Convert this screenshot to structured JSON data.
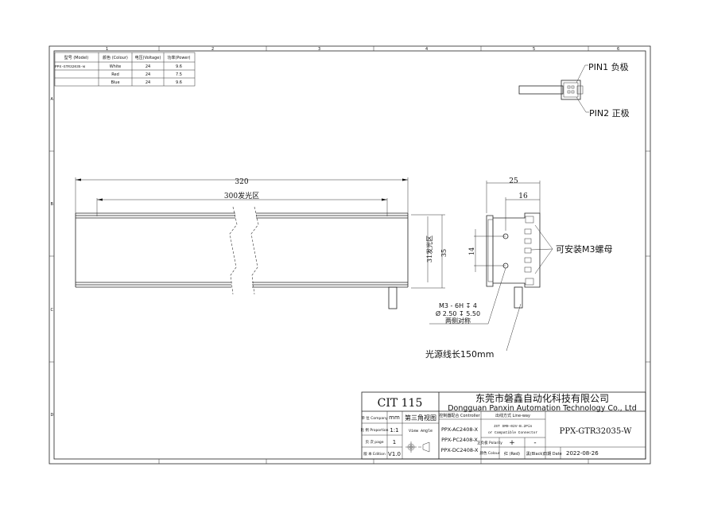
{
  "spec_table": {
    "headers": [
      "型号 (Model)",
      "颜色 (Colour)",
      "电压(Voltage)",
      "功率(Power)"
    ],
    "rows": [
      [
        "PPX-GTR32035-W",
        "White",
        "24",
        "9.6"
      ],
      [
        "",
        "Red",
        "24",
        "7.5"
      ],
      [
        "",
        "Blue",
        "24",
        "9.6"
      ]
    ]
  },
  "zones": {
    "columns": [
      "1",
      "2",
      "3",
      "4",
      "5",
      "6"
    ],
    "rows": [
      "A",
      "B",
      "C",
      "D"
    ]
  },
  "connector": {
    "pin1": "PIN1 负极",
    "pin2": "PIN2 正极"
  },
  "front_view": {
    "overall_length": "320",
    "emitting_length": "300发光区"
  },
  "side_view": {
    "width": "25",
    "offset": "16",
    "height": "35",
    "emitting_height": "31发光区",
    "hole_spacing": "14",
    "nut_note": "可安装M3螺母",
    "hole_note": [
      "M3 - 6H ↧ 4",
      "Ø 2.50 ↧ 5.50",
      "两侧对称"
    ],
    "cable_note": "光源线长150mm"
  },
  "title_block": {
    "drawing_no": "CIT 115",
    "company_cn": "东莞市磐鑫自动化科技有限公司",
    "company_en": "Dongguan Panxin Automation Technology Co., Ltd",
    "unit_label": "单 位 Company",
    "unit_value": "mm",
    "projection": "第三角视图",
    "scale_label": "比 例 Proportion",
    "scale_value": "1:1",
    "view_angle": "View Angle",
    "page_label": "页 次 page",
    "page_value": "1",
    "edition_label": "版 本 Edition",
    "edition_value": "V1.0",
    "controller_label": "控制器配合 Controller",
    "controllers": [
      "PPX-AC2408-X",
      "PPX-PC2408-X",
      "PPX-DC2408-X"
    ],
    "lineway_label": "出线方式 Line-way",
    "lineway_value": [
      "JST SM0-02V-B.2Pin",
      "or Compatible Connector"
    ],
    "polarity_label": "正负极 Polarity",
    "polarity_plus": "+",
    "polarity_minus": "-",
    "colour_label": "颜色 Colour",
    "colour_red": "红 (Red)",
    "colour_black": "黑(Black)",
    "model": "PPX-GTR32035-W",
    "date_label": "日期 Date",
    "date_value": "2022-08-26"
  }
}
